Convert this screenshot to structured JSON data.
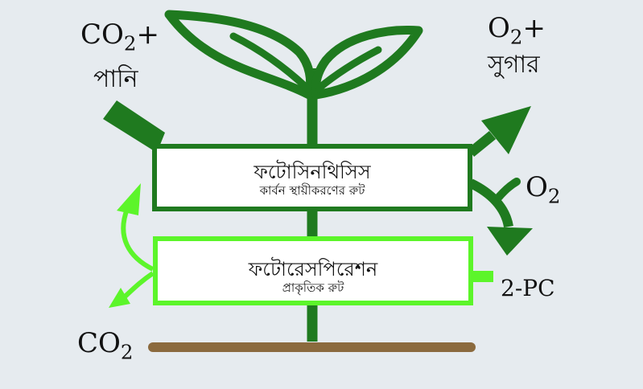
{
  "colors": {
    "background": "#e6ebef",
    "dark_green": "#1f7a1f",
    "light_green": "#5cf52a",
    "soil": "#8b6a3e"
  },
  "inputs": {
    "co2": "CO",
    "co2_subscript": "2",
    "plus": "+",
    "water": "পানি"
  },
  "outputs": {
    "o2": "O",
    "o2_subscript": "2",
    "plus": "+",
    "sugar": "সুগার"
  },
  "side_o2": {
    "text": "O",
    "subscript": "2"
  },
  "photosynthesis_box": {
    "title": "ফটোসিনথিসিস",
    "subtitle": "কার্বন স্থায়ীকরণের রুট"
  },
  "photorespiration_box": {
    "title": "ফটোরেসপিরেশন",
    "subtitle": "প্রাকৃতিক রুট"
  },
  "pc_label": "2-PC",
  "bottom_co2": {
    "text": "CO",
    "subscript": "2"
  }
}
